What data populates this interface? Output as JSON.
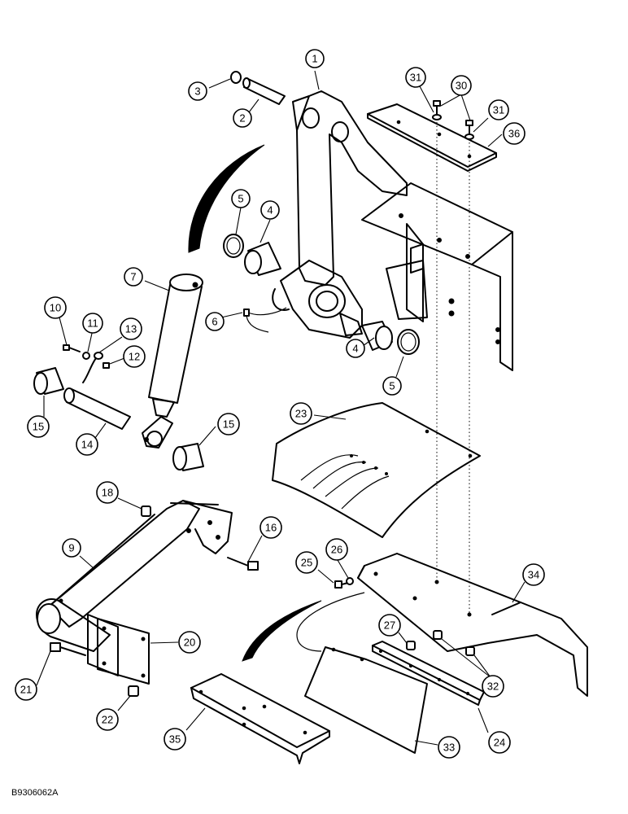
{
  "figure_code": "B9306062A",
  "callouts": [
    {
      "number": "1"
    },
    {
      "number": "2"
    },
    {
      "number": "3"
    },
    {
      "number": "4"
    },
    {
      "number": "4"
    },
    {
      "number": "5"
    },
    {
      "number": "5"
    },
    {
      "number": "6"
    },
    {
      "number": "7"
    },
    {
      "number": "9"
    },
    {
      "number": "10"
    },
    {
      "number": "11"
    },
    {
      "number": "12"
    },
    {
      "number": "13"
    },
    {
      "number": "14"
    },
    {
      "number": "15"
    },
    {
      "number": "15"
    },
    {
      "number": "16"
    },
    {
      "number": "18"
    },
    {
      "number": "20"
    },
    {
      "number": "21"
    },
    {
      "number": "22"
    },
    {
      "number": "23"
    },
    {
      "number": "24"
    },
    {
      "number": "25"
    },
    {
      "number": "26"
    },
    {
      "number": "27"
    },
    {
      "number": "30"
    },
    {
      "number": "31"
    },
    {
      "number": "31"
    },
    {
      "number": "32"
    },
    {
      "number": "33"
    },
    {
      "number": "34"
    },
    {
      "number": "35"
    },
    {
      "number": "36"
    }
  ]
}
